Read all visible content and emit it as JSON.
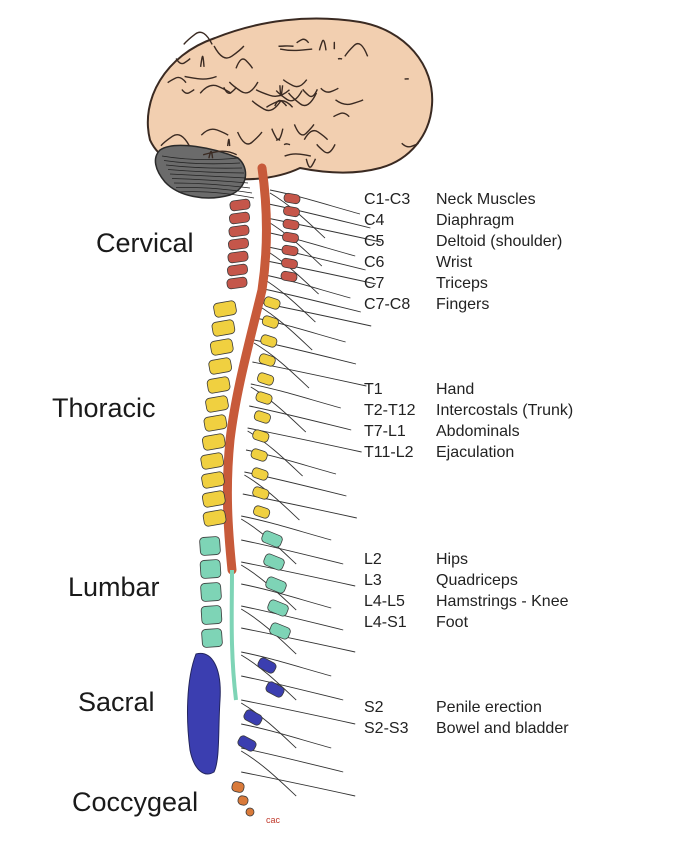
{
  "colors": {
    "cervical": "#c5564a",
    "thoracic": "#f0d040",
    "lumbar": "#7ed4b6",
    "sacral": "#3b3eb0",
    "coccygeal": "#d97a3a",
    "brain": "#f2cfb0",
    "brain_line": "#3a2a22",
    "cord": "#c75a3a",
    "nerve": "#333333"
  },
  "regions": [
    {
      "key": "cervical",
      "label": "Cervical"
    },
    {
      "key": "thoracic",
      "label": "Thoracic"
    },
    {
      "key": "lumbar",
      "label": "Lumbar"
    },
    {
      "key": "sacral",
      "label": "Sacral"
    },
    {
      "key": "coccygeal",
      "label": "Coccygeal"
    }
  ],
  "groups": [
    {
      "region": "cervical",
      "rows": [
        {
          "segment": "C1-C3",
          "function": "Neck Muscles"
        },
        {
          "segment": "C4",
          "function": "Diaphragm"
        },
        {
          "segment": "C5",
          "function": "Deltoid (shoulder)"
        },
        {
          "segment": "C6",
          "function": "Wrist"
        },
        {
          "segment": "C7",
          "function": "Triceps"
        },
        {
          "segment": "C7-C8",
          "function": "Fingers"
        }
      ]
    },
    {
      "region": "thoracic",
      "rows": [
        {
          "segment": "T1",
          "function": "Hand"
        },
        {
          "segment": "T2-T12",
          "function": "Intercostals (Trunk)"
        },
        {
          "segment": "T7-L1",
          "function": "Abdominals"
        },
        {
          "segment": "T11-L2",
          "function": "Ejaculation"
        }
      ]
    },
    {
      "region": "lumbar",
      "rows": [
        {
          "segment": "L2",
          "function": "Hips"
        },
        {
          "segment": "L3",
          "function": "Quadriceps"
        },
        {
          "segment": "L4-L5",
          "function": "Hamstrings - Knee"
        },
        {
          "segment": "L4-S1",
          "function": "Foot"
        }
      ]
    },
    {
      "region": "sacral",
      "rows": [
        {
          "segment": "S2",
          "function": "Penile erection"
        },
        {
          "segment": "S2-S3",
          "function": "Bowel and bladder"
        }
      ]
    }
  ],
  "signature": "cac"
}
